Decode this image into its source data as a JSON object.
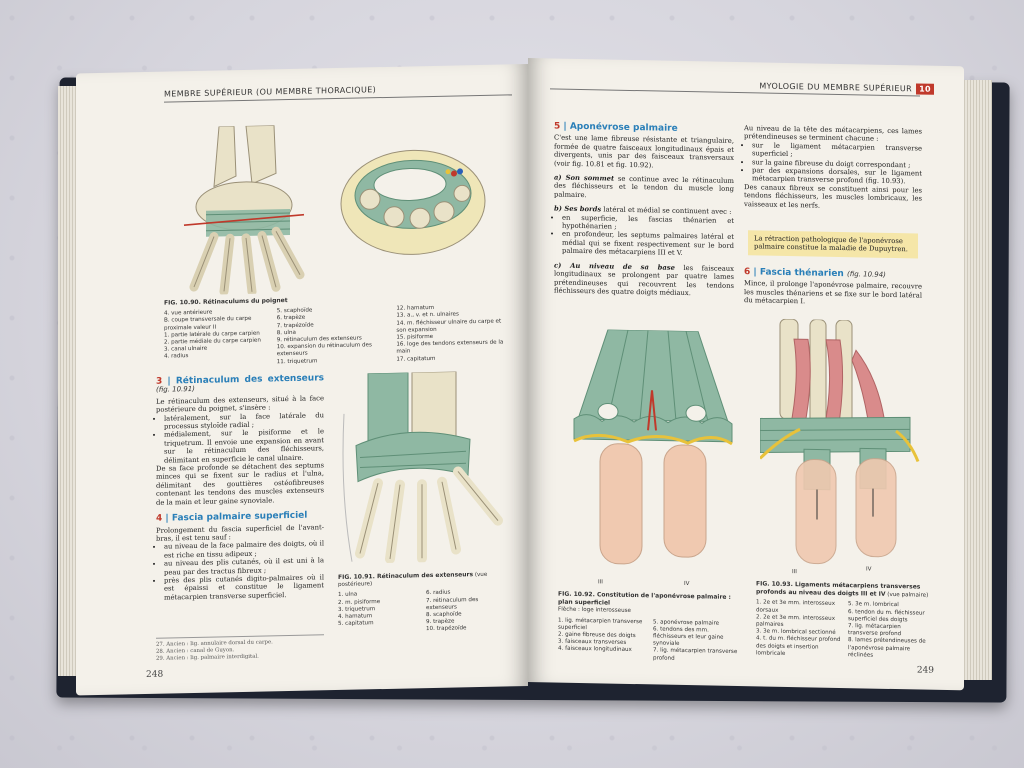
{
  "left_page": {
    "running_head": "MEMBRE SUPÉRIEUR (OU MEMBRE THORACIQUE)",
    "folio": "248",
    "fig_1090": {
      "title": "FIG. 10.90. Rétinaculums du poignet",
      "legend_col1": [
        "4. vue antérieure",
        "B. coupe transversale du carpe proximale valeur II",
        "1. partie latérale du carpe carpien",
        "2. partie médiale du carpe carpien",
        "3. canal ulnaire",
        "4. radius"
      ],
      "legend_col2": [
        "5. scaphoïde",
        "6. trapèze",
        "7. trapézoïde",
        "8. ulna",
        "9. rétinaculum des extenseurs",
        "10. expansion du rétinaculum des extenseurs",
        "11. triquetrum"
      ],
      "legend_col3": [
        "12. hamatum",
        "13. a., v. et n. ulnaires",
        "14. m. fléchisseur ulnaire du carpe et son expansion",
        "15. pisiforme",
        "16. loge des tendons extenseurs de la main",
        "17. capitatum"
      ]
    },
    "section3": {
      "num": "3",
      "title": "Rétinaculum des extenseurs",
      "ref": "(fig. 10.91)",
      "body": "Le rétinaculum des extenseurs, situé à la face postérieure du poignet, s'insère :",
      "bullets": [
        "latéralement, sur la face latérale du processus styloïde radial ;",
        "médialement, sur le pisiforme et le triquetrum. Il envoie une expansion en avant sur le rétinaculum des fléchisseurs, délimitant en superficie le canal ulnaire."
      ],
      "body2": "De sa face profonde se détachent des septums minces qui se fixent sur le radius et l'ulna, délimitant des gouttières ostéofibreuses contenant les tendons des muscles extenseurs de la main et leur gaine synoviale."
    },
    "section4": {
      "num": "4",
      "title": "Fascia palmaire superficiel",
      "body": "Prolongement du fascia superficiel de l'avant-bras, il est tenu sauf :",
      "bullets": [
        "au niveau de la face palmaire des doigts, où il est riche en tissu adipeux ;",
        "au niveau des plis cutanés, où il est uni à la peau par des tractus fibreux ;",
        "près des plis cutanés digito-palmaires où il est épaissi et constitue le ligament métacarpien transverse superficiel."
      ]
    },
    "footnotes": [
      "27. Ancien : lig. annulaire dorsal du carpe.",
      "28. Ancien : canal de Guyon.",
      "29. Ancien : lig. palmaire interdigital."
    ],
    "fig_1091": {
      "title": "FIG. 10.91. Rétinaculum des extenseurs",
      "subtitle": "(vue postérieure)",
      "legend_col1": [
        "1. ulna",
        "2. m. pisiforme",
        "3. triquetrum",
        "4. hamatum",
        "5. capitatum"
      ],
      "legend_col2": [
        "6. radius",
        "7. rétinaculum des extenseurs",
        "8. scaphoïde",
        "9. trapèze",
        "10. trapézoïde"
      ]
    }
  },
  "right_page": {
    "running_head": "MYOLOGIE DU MEMBRE SUPÉRIEUR",
    "chapter": "10",
    "folio": "249",
    "section5": {
      "num": "5",
      "title": "Aponévrose palmaire",
      "body": "C'est une lame fibreuse résistante et triangulaire, formée de quatre faisceaux longitudinaux épais et divergents, unis par des faisceaux transversaux (voir fig. 10.81 et fig. 10.92).",
      "a_label": "a) Son sommet",
      "a_text": "se continue avec le rétinaculum des fléchisseurs et le tendon du muscle long palmaire.",
      "b_label": "b) Ses bords",
      "b_text": "latéral et médial se continuent avec :",
      "b_bullets": [
        "en superficie, les fascias thénarien et hypothénarien ;",
        "en profondeur, les septums palmaires latéral et médial qui se fixent respectivement sur le bord palmaire des métacarpiens III et V."
      ],
      "c_label": "c) Au niveau de sa base",
      "c_text": "les faisceaux longitudinaux se prolongent par quatre lames prétendineuses qui recouvrent les tendons fléchisseurs des quatre doigts médiaux."
    },
    "col2": {
      "body": "Au niveau de la tête des métacarpiens, ces lames prétendineuses se terminent chacune :",
      "bullets": [
        "sur le ligament métacarpien transverse superficiel ;",
        "sur la gaine fibreuse du doigt correspondant ;",
        "par des expansions dorsales, sur le ligament métacarpien transverse profond (fig. 10.93)."
      ],
      "body2": "Des canaux fibreux se constituent ainsi pour les tendons fléchisseurs, les muscles lombricaux, les vaisseaux et les nerfs.",
      "note": "La rétraction pathologique de l'aponévrose palmaire constitue la maladie de Dupuytren."
    },
    "section6": {
      "num": "6",
      "title": "Fascia thénarien",
      "ref": "(fig. 10.94)",
      "body": "Mince, il prolonge l'aponévrose palmaire, recouvre les muscles thénariens et se fixe sur le bord latéral du métacarpien I."
    },
    "fig_1092": {
      "title": "FIG. 10.92. Constitution de l'aponévrose palmaire : plan superficiel",
      "subtitle": "Flèche : loge interosseuse",
      "legend_col1": [
        "1. lig. métacarpien transverse superficiel",
        "2. gaine fibreuse des doigts",
        "3. faisceaux transverses",
        "4. faisceaux longitudinaux"
      ],
      "legend_col2": [
        "5. aponévrose palmaire",
        "6. tendons des mm. fléchisseurs et leur gaine synoviale",
        "7. lig. métacarpien transverse profond"
      ],
      "finger_labels": [
        "III",
        "IV"
      ]
    },
    "fig_1093": {
      "title": "FIG. 10.93. Ligaments métacarpiens transverses profonds au niveau des doigts III et IV",
      "subtitle": "(vue palmaire)",
      "legend_col1": [
        "1. 2e et 3e mm. interosseux dorsaux",
        "2. 2e et 3e mm. interosseux palmaires",
        "3. 3e m. lombrical sectionné",
        "4. t. du m. fléchisseur profond des doigts et insertion lombricale"
      ],
      "legend_col2": [
        "5. 3e m. lombrical",
        "6. tendon du m. fléchisseur superficiel des doigts",
        "7. lig. métacarpien transverse profond",
        "8. lames prétendineuses de l'aponévrose palmaire réclinées"
      ],
      "finger_labels": [
        "III",
        "IV"
      ]
    }
  },
  "colors": {
    "page": "#f4f1ea",
    "section_title": "#2a7fb8",
    "section_number": "#c0392b",
    "note_box": "#f5e6a8",
    "ligament_green": "#8fb8a3",
    "bone": "#e9e2c8",
    "muscle_red": "#d98b8b",
    "skin": "#f0c9b0",
    "cover": "#1e2330"
  }
}
